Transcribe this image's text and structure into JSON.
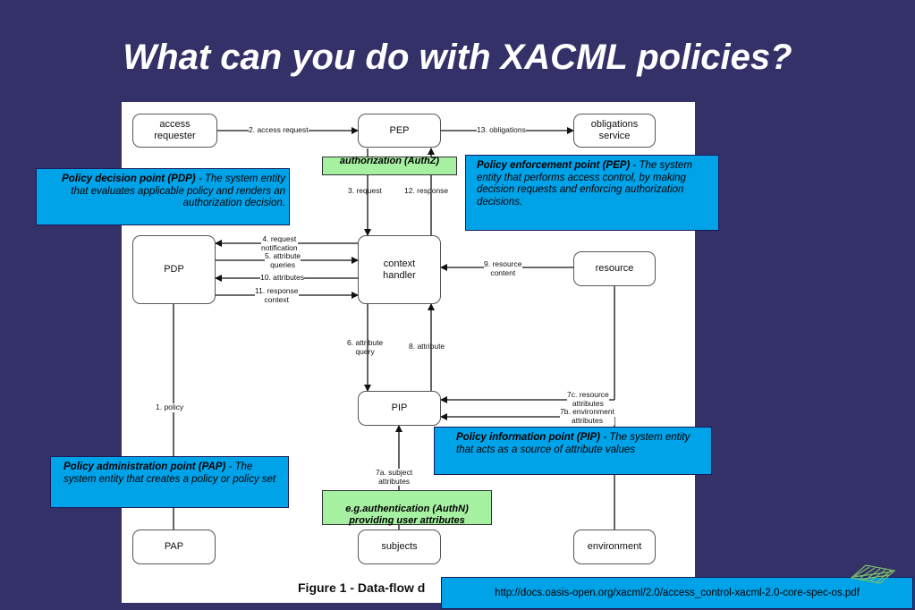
{
  "slide": {
    "title": "What can you do with XACML policies?",
    "figure_caption": "Figure 1 - Data-flow d",
    "source_url": "http://docs.oasis-open.org/xacml/2.0/access_control-xacml-2.0-core-spec-os.pdf"
  },
  "diagram": {
    "nodes": {
      "access_requester": "access\nrequester",
      "pep": "PEP",
      "obligations_service": "obligations\nservice",
      "pdp": "PDP",
      "context_handler": "context\nhandler",
      "resource": "resource",
      "pip": "PIP",
      "pap": "PAP",
      "subjects": "subjects",
      "environment": "environment"
    },
    "edges": {
      "access_request": "2. access request",
      "obligations": "13. obligations",
      "request": "3. request",
      "response": "12. response",
      "request_notification": "4. request\nnotification",
      "attribute_queries": "5. attribute\nqueries",
      "attributes": "10. attributes",
      "response_context": "11. response\ncontext",
      "resource_content": "9. resource\ncontent",
      "attribute_query": "6. attribute\nquery",
      "attribute": "8. attribute",
      "policy": "1. policy",
      "resource_attributes": "7c. resource\nattributes",
      "environment_attributes": "7b. environment\nattributes",
      "subject_attributes": "7a. subject\nattributes"
    }
  },
  "callouts": {
    "pdp": {
      "heading": "Policy decision point (PDP)",
      "text": " - The system entity that evaluates applicable policy and renders an authorization decision."
    },
    "pep": {
      "heading": "Policy enforcement point (PEP)",
      "text": " - The system entity that performs access control, by making decision requests and enforcing authorization decisions."
    },
    "pip": {
      "heading": "Policy information point (PIP)",
      "text": " - The system entity that acts as a source of attribute values"
    },
    "pap": {
      "heading": "Policy administration point (PAP)",
      "text": " - The system entity that creates a policy or policy set"
    }
  },
  "highlights": {
    "authz": "authorization (AuthZ)",
    "authn": "e.g.authentication (AuthN)\nproviding user attributes"
  },
  "colors": {
    "background": "#343168",
    "callout": "#00a2e8",
    "highlight": "#a6f0a2"
  }
}
